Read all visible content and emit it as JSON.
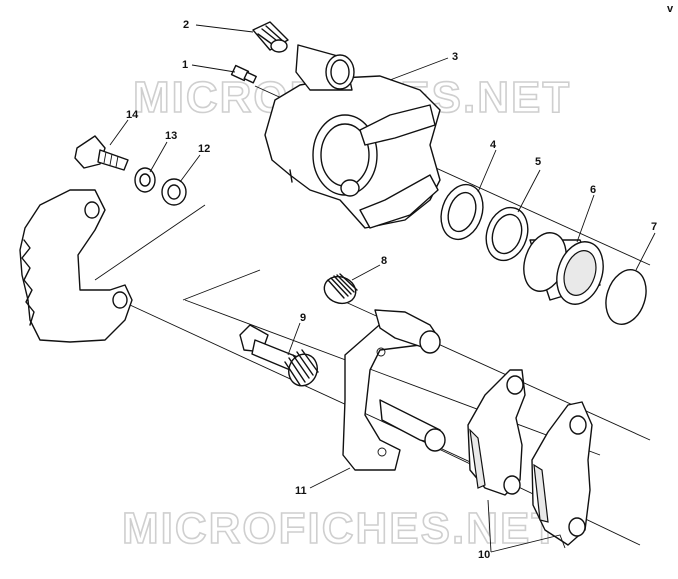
{
  "watermark": "MICROFICHES.NET",
  "corner_mark": "v",
  "callouts": {
    "n1": "1",
    "n2": "2",
    "n3": "3",
    "n4": "4",
    "n5": "5",
    "n6": "6",
    "n7": "7",
    "n8": "8",
    "n9": "9",
    "n10": "10",
    "n11": "11",
    "n12": "12",
    "n13": "13",
    "n14": "14"
  }
}
